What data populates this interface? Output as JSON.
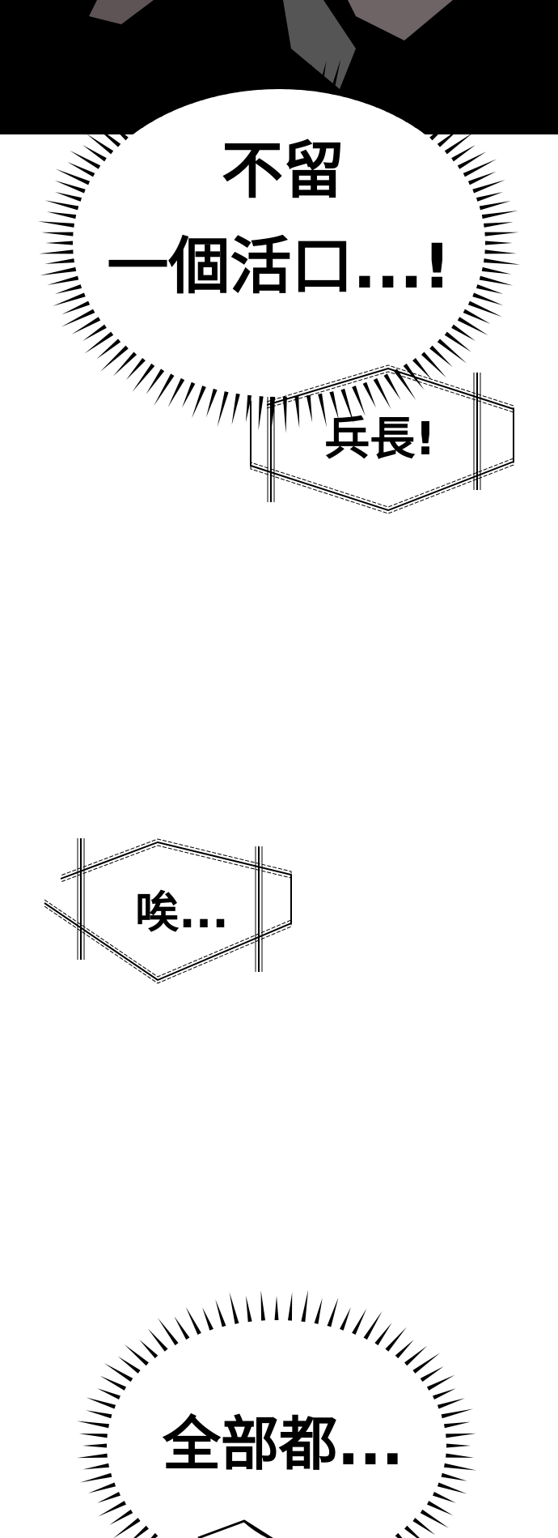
{
  "panels": {
    "bubble_1": {
      "line1": "不留",
      "line2": "一個活口...!"
    },
    "box_1": {
      "text": "兵長!"
    },
    "box_2": {
      "text": "唉..."
    },
    "bubble_2": {
      "text": "全部都..."
    }
  },
  "colors": {
    "ink": "#000000",
    "paper": "#ffffff",
    "shade": "#6e6466"
  }
}
